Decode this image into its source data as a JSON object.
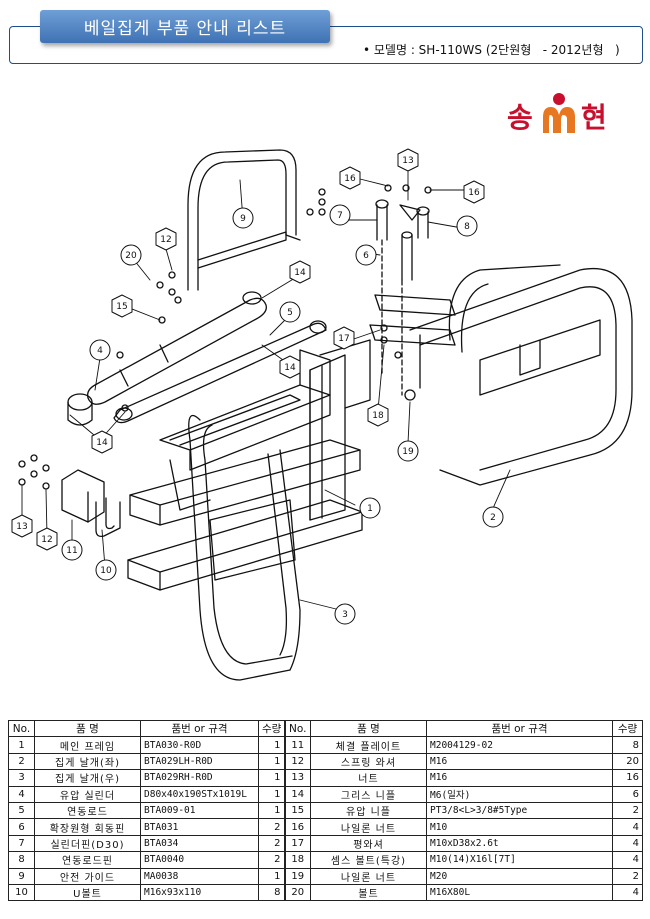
{
  "header": {
    "title": "베일집게 부품 안내 리스트",
    "model_text": "• 모델명 : SH-110WS (2단원형   - 2012년형   )"
  },
  "logo": {
    "text_left": "송",
    "text_right": "현",
    "colors": {
      "red": "#c8102e",
      "orange": "#e87722"
    }
  },
  "diagram": {
    "callouts": [
      "1",
      "2",
      "3",
      "4",
      "5",
      "6",
      "7",
      "8",
      "9",
      "10",
      "11",
      "12",
      "13",
      "13",
      "14",
      "14",
      "14",
      "15",
      "16",
      "16",
      "17",
      "18",
      "19",
      "20"
    ]
  },
  "table": {
    "headers": [
      "No.",
      "품 명",
      "품번 or 규격",
      "수량",
      "No.",
      "품 명",
      "품번 or 규격",
      "수량"
    ],
    "rows": [
      [
        "1",
        "메인 프레임",
        "BTA030-R0D",
        "1",
        "11",
        "체결 플레이트",
        "M2004129-02",
        "8"
      ],
      [
        "2",
        "집게 날개(좌)",
        "BTA029LH-R0D",
        "1",
        "12",
        "스프링 와셔",
        "M16",
        "20"
      ],
      [
        "3",
        "집게 날개(우)",
        "BTA029RH-R0D",
        "1",
        "13",
        "너트",
        "M16",
        "16"
      ],
      [
        "4",
        "유압 실린더",
        "D80x40x190STx1019L",
        "1",
        "14",
        "그리스 니플",
        "M6(일자)",
        "6"
      ],
      [
        "5",
        "연동로드",
        "BTA009-01",
        "1",
        "15",
        "유압 니플",
        "PT3/8<L>3/8#5Type",
        "2"
      ],
      [
        "6",
        "확장원형 회동핀",
        "BTA031",
        "2",
        "16",
        "나일론 너트",
        "M10",
        "4"
      ],
      [
        "7",
        "실린더핀(D30)",
        "BTA034",
        "2",
        "17",
        "평와셔",
        "M10xD38x2.6t",
        "4"
      ],
      [
        "8",
        "연동로드핀",
        "BTA0040",
        "2",
        "18",
        "셈스 볼트(특강)",
        "M10(14)X16l[7T]",
        "4"
      ],
      [
        "9",
        "안전 가이드",
        "MA0038",
        "1",
        "19",
        "나일론 너트",
        "M20",
        "2"
      ],
      [
        "10",
        "U볼트",
        "M16x93x110",
        "8",
        "20",
        "볼트",
        "M16X80L",
        "4"
      ]
    ]
  }
}
